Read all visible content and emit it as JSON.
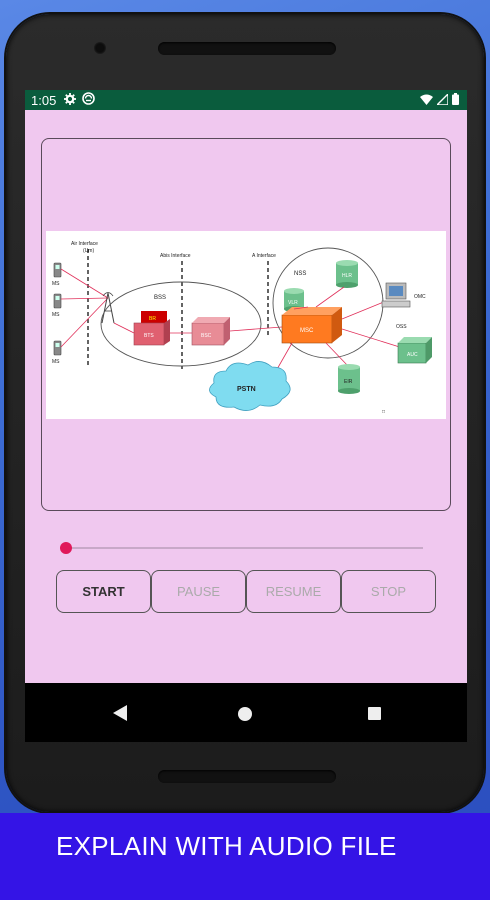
{
  "status_bar": {
    "time": "1:05",
    "icons": [
      "settings-icon",
      "sync-icon",
      "wifi-icon",
      "signal-icon",
      "battery-icon"
    ]
  },
  "diagram": {
    "labels": {
      "air_interface": "Air Interface",
      "air_interface_sub": "(Um)",
      "abis_interface": "Abis Interface",
      "a_interface": "A Interface",
      "ms1": "MS",
      "ms2": "MS",
      "ms3": "MS",
      "bss": "BSS",
      "bts_top": "BR",
      "bts": "BTS",
      "bsc": "BSC",
      "nss": "NSS",
      "hlr": "HLR",
      "vlr": "VLR",
      "msc": "MSC",
      "eir": "EIR",
      "pstn": "PSTN",
      "omc": "OMC",
      "oss": "OSS",
      "auc": "AUC"
    }
  },
  "player": {
    "progress": 0,
    "buttons": {
      "start": "START",
      "pause": "PAUSE",
      "resume": "RESUME",
      "stop": "STOP"
    }
  },
  "banner": {
    "text": "EXPLAIN WITH AUDIO FILE"
  },
  "colors": {
    "status_bar": "#0a5c3d",
    "screen_bg": "#f0c8ef",
    "seek_thumb": "#e0185a",
    "banner_bg": "#3414e6"
  }
}
